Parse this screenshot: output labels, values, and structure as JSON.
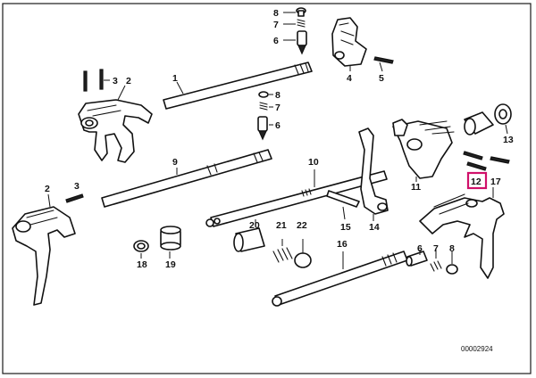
{
  "reference_code": "00002924",
  "highlight_color": "#d0106a",
  "callouts": {
    "c1": "1",
    "c2a": "2",
    "c2b": "2",
    "c3a": "3",
    "c3b": "3",
    "c4": "4",
    "c5": "5",
    "c6a": "6",
    "c6b": "6",
    "c6c": "6",
    "c7a": "7",
    "c7b": "7",
    "c7c": "7",
    "c8a": "8",
    "c8b": "8",
    "c8c": "8",
    "c9": "9",
    "c10": "10",
    "c11": "11",
    "c12": "12",
    "c13": "13",
    "c14": "14",
    "c15": "15",
    "c16": "16",
    "c17": "17",
    "c18": "18",
    "c19": "19",
    "c20": "20",
    "c21": "21",
    "c22": "22"
  }
}
